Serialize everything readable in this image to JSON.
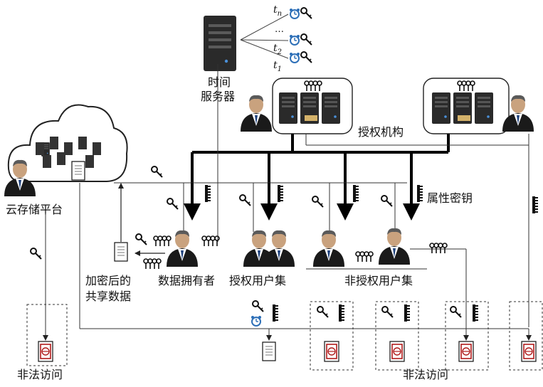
{
  "labels": {
    "time_server": [
      "时间",
      "服务器"
    ],
    "authority": "授权机构",
    "cloud": "云存储平台",
    "attribute_key": "属性密钥",
    "data_owner": "数据拥有者",
    "encrypted_data": [
      "加密后的",
      "共享数据"
    ],
    "authorized_users": "授权用户集",
    "unauthorized_users": "非授权用户集",
    "illegal_access_left": "非法访问",
    "illegal_access_right": "非法访问"
  },
  "time_labels": {
    "tn": "t",
    "tn_sub": "n",
    "dots": "…",
    "t2": "t",
    "t2_sub": "2",
    "t1": "t",
    "t1_sub": "1"
  },
  "colors": {
    "arrow": "#000000",
    "line": "#555555",
    "server": "#2a2a2a",
    "clock": "#2d6fb7",
    "doc_frame": "#b01c1c",
    "suit": "#1a1a1a",
    "skin": "#c9a27e"
  }
}
